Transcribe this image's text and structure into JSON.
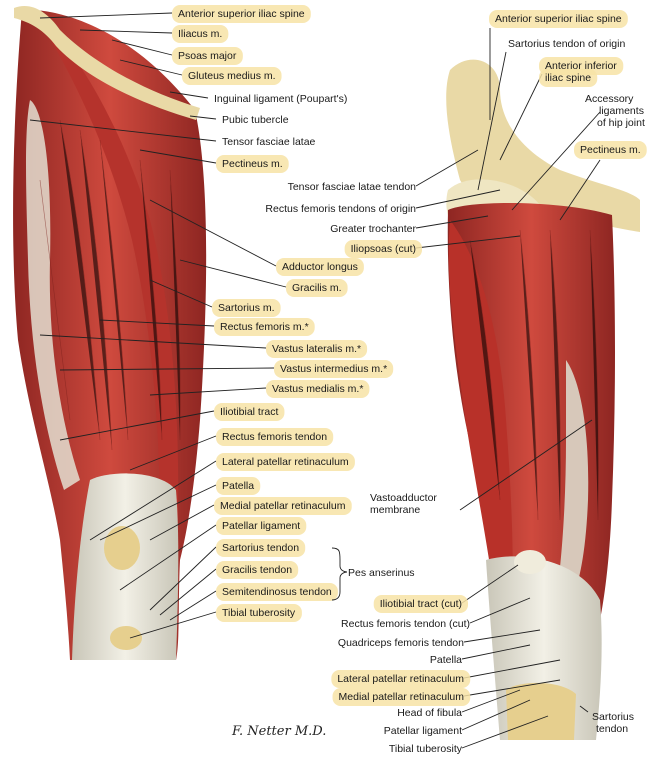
{
  "colors": {
    "highlight": "#f7e3a6",
    "muscle": "#c23b32",
    "muscle_dark": "#8e2622",
    "tendon": "#e6e3d6",
    "bone": "#e9d9a6",
    "leader": "#222222"
  },
  "left_labels": [
    {
      "text": "Anterior superior iliac spine",
      "highlight": true
    },
    {
      "text": "Iliacus m.",
      "highlight": true
    },
    {
      "text": "Psoas major",
      "highlight": true
    },
    {
      "text": "Gluteus medius m.",
      "highlight": true
    },
    {
      "text": "Inguinal ligament (Poupart's)",
      "highlight": false
    },
    {
      "text": "Pubic tubercle",
      "highlight": false
    },
    {
      "text": "Tensor fasciae latae",
      "highlight": false
    },
    {
      "text": "Pectineus m.",
      "highlight": true
    },
    {
      "text": "Adductor longus",
      "highlight": true
    },
    {
      "text": "Gracilis m.",
      "highlight": true
    },
    {
      "text": "Sartorius m.",
      "highlight": true
    },
    {
      "text": "Rectus femoris m.*",
      "highlight": true
    },
    {
      "text": "Vastus lateralis m.*",
      "highlight": true
    },
    {
      "text": "Vastus intermedius m.*",
      "highlight": true
    },
    {
      "text": "Vastus medialis m.*",
      "highlight": true
    },
    {
      "text": "Iliotibial tract",
      "highlight": true
    },
    {
      "text": "Rectus femoris tendon",
      "highlight": true
    },
    {
      "text": "Lateral patellar retinaculum",
      "highlight": true
    },
    {
      "text": "Patella",
      "highlight": true
    },
    {
      "text": "Medial patellar retinaculum",
      "highlight": true
    },
    {
      "text": "Patellar ligament",
      "highlight": true
    },
    {
      "text": "Sartorius tendon",
      "highlight": true
    },
    {
      "text": "Gracilis tendon",
      "highlight": true
    },
    {
      "text": "Semitendinosus tendon",
      "highlight": true
    },
    {
      "text": "Tibial tuberosity",
      "highlight": true
    }
  ],
  "pes_anserinus": "Pes anserinus",
  "right_labels": [
    {
      "text": "Anterior superior iliac spine",
      "highlight": true
    },
    {
      "text": "Sartorius tendon of origin",
      "highlight": false
    },
    {
      "text": "Anterior inferior",
      "highlight": true
    },
    {
      "text": "iliac spine",
      "highlight": true
    },
    {
      "text": "Accessory",
      "highlight": false
    },
    {
      "text": "ligaments",
      "highlight": false
    },
    {
      "text": "of hip joint",
      "highlight": false
    },
    {
      "text": "Pectineus m.",
      "highlight": true
    },
    {
      "text": "Tensor fasciae latae tendon",
      "highlight": false
    },
    {
      "text": "Rectus femoris tendons of origin",
      "highlight": false
    },
    {
      "text": "Greater trochanter",
      "highlight": false
    },
    {
      "text": "Iliopsoas (cut)",
      "highlight": true
    },
    {
      "text": "Vastoadductor",
      "highlight": false
    },
    {
      "text": "membrane",
      "highlight": false
    },
    {
      "text": "Iliotibial tract (cut)",
      "highlight": true
    },
    {
      "text": "Rectus femoris tendon (cut)",
      "highlight": false
    },
    {
      "text": "Quadriceps femoris tendon",
      "highlight": false
    },
    {
      "text": "Patella",
      "highlight": false
    },
    {
      "text": "Lateral patellar retinaculum",
      "highlight": true
    },
    {
      "text": "Medial patellar retinaculum",
      "highlight": true
    },
    {
      "text": "Head of fibula",
      "highlight": false
    },
    {
      "text": "Patellar ligament",
      "highlight": false
    },
    {
      "text": "Tibial tuberosity",
      "highlight": false
    },
    {
      "text": "Sartorius",
      "highlight": false
    },
    {
      "text": "tendon",
      "highlight": false
    }
  ],
  "signature": "F. Netter M.D."
}
